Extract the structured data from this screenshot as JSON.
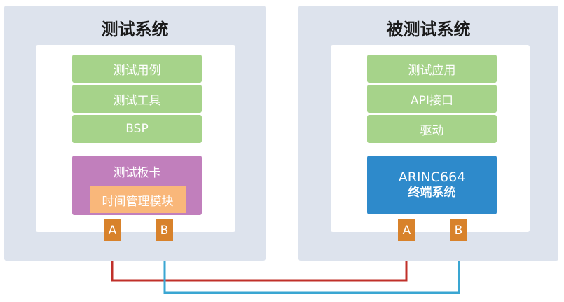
{
  "left_system": {
    "title": "测试系统",
    "layers": [
      "测试用例",
      "测试工具",
      "BSP"
    ],
    "board": {
      "label": "测试板卡",
      "module": "时间管理模块"
    },
    "ports": [
      "A",
      "B"
    ]
  },
  "right_system": {
    "title": "被测试系统",
    "layers": [
      "测试应用",
      "API接口",
      "驱动"
    ],
    "terminal": {
      "line1": "ARINC664",
      "line2": "终端系统"
    },
    "ports": [
      "A",
      "B"
    ]
  },
  "colors": {
    "background": "#dde3ed",
    "layer": "#a6d38a",
    "board": "#c17fbc",
    "module": "#f9b77a",
    "terminal": "#2e8acb",
    "port": "#d8822b",
    "wire_a": "#c0302a",
    "wire_b": "#3aa6d2"
  }
}
